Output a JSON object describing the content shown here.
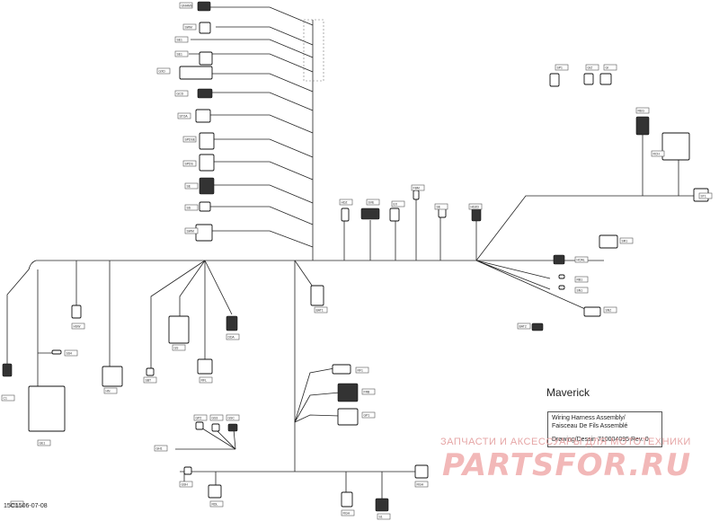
{
  "diagram": {
    "model": "Maverick",
    "title_lines": [
      "Wiring Harness Assembly/",
      "Faisceau De Fils Assemblé",
      "Drawing/Dessin 710004095 Rev. 0"
    ],
    "reference": "15C1506-07-08"
  },
  "watermark": {
    "text": "ЗАПЧАСТИ И АКСЕССУАРЫ ДЛЯ МОТОТЕХНИКИ",
    "logo": "PARTSFOR.RU"
  },
  "colors": {
    "line": "#222222",
    "watermark": "#f2b8b8"
  },
  "connectors": [
    {
      "id": "c1",
      "label": "GNHMS"
    },
    {
      "id": "c2",
      "label": "SWM"
    },
    {
      "id": "c3",
      "label": "SE1"
    },
    {
      "id": "c4",
      "label": "SE1"
    },
    {
      "id": "c5",
      "label": "GXD"
    },
    {
      "id": "c6",
      "label": "GCD"
    },
    {
      "id": "c7",
      "label": "STOA"
    },
    {
      "id": "c8",
      "label": "SPDSE"
    },
    {
      "id": "c9",
      "label": "SPDS"
    },
    {
      "id": "c10",
      "label": "SE"
    },
    {
      "id": "c11",
      "label": "SS"
    },
    {
      "id": "c12",
      "label": "SWM"
    },
    {
      "id": "c13",
      "label": "HDZ"
    },
    {
      "id": "c14",
      "label": "SVE"
    },
    {
      "id": "c15",
      "label": "EX"
    },
    {
      "id": "c16",
      "label": "FBM"
    },
    {
      "id": "c17",
      "label": "SE"
    },
    {
      "id": "c18",
      "label": "HDZD"
    },
    {
      "id": "c19",
      "label": "SP1"
    },
    {
      "id": "c20",
      "label": "GIZ"
    },
    {
      "id": "c21",
      "label": "GI"
    },
    {
      "id": "c22",
      "label": "REG"
    },
    {
      "id": "c23",
      "label": "RCH"
    },
    {
      "id": "c24",
      "label": "ST1"
    },
    {
      "id": "c25",
      "label": "SR1"
    },
    {
      "id": "c26",
      "label": "HOAL"
    },
    {
      "id": "c27",
      "label": "RB1"
    },
    {
      "id": "c28",
      "label": "SN1"
    },
    {
      "id": "c29",
      "label": "SN2"
    },
    {
      "id": "c30",
      "label": "BAT2"
    },
    {
      "id": "c31",
      "label": "BAT1"
    },
    {
      "id": "c32",
      "label": "HSW"
    },
    {
      "id": "c33",
      "label": "GS"
    },
    {
      "id": "c34",
      "label": "DDA"
    },
    {
      "id": "c35",
      "label": "RFL"
    },
    {
      "id": "c36",
      "label": "HN"
    },
    {
      "id": "c37",
      "label": "SBT"
    },
    {
      "id": "c38",
      "label": "C1"
    },
    {
      "id": "c39",
      "label": "GE1"
    },
    {
      "id": "c40",
      "label": "SS4"
    },
    {
      "id": "c41",
      "label": "RF1"
    },
    {
      "id": "c42",
      "label": "FRB"
    },
    {
      "id": "c43",
      "label": "GP1"
    },
    {
      "id": "c44",
      "label": "GP2"
    },
    {
      "id": "c45",
      "label": "GS3"
    },
    {
      "id": "c46",
      "label": "GSC"
    },
    {
      "id": "c47",
      "label": "GH1"
    },
    {
      "id": "c48",
      "label": "GSH"
    },
    {
      "id": "c49",
      "label": "RDL"
    },
    {
      "id": "c50",
      "label": "RGH"
    },
    {
      "id": "c51",
      "label": "S1"
    },
    {
      "id": "c52",
      "label": "RGH"
    },
    {
      "id": "c53",
      "label": "RGL"
    }
  ]
}
